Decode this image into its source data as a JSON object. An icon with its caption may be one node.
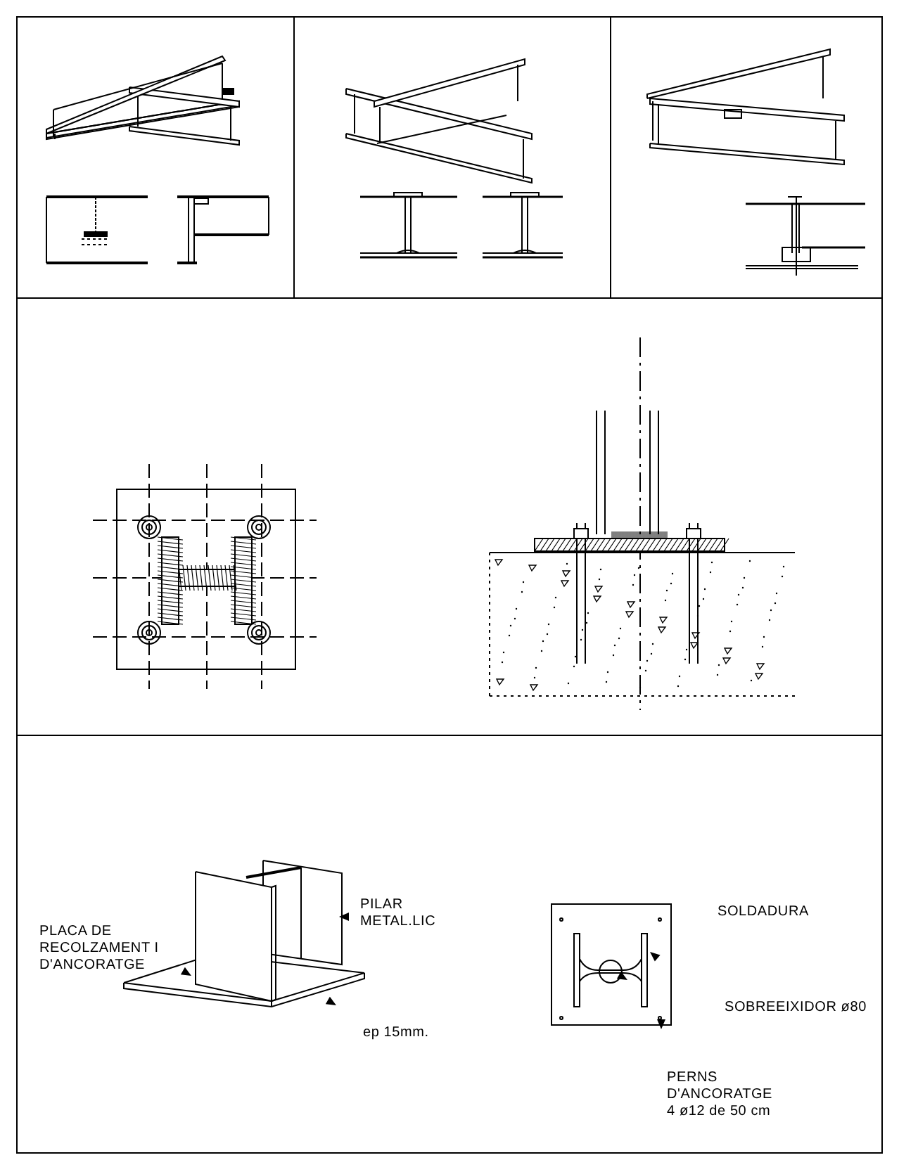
{
  "diagram": {
    "labels": [
      "PILAR METAL.LIC",
      "PLACA DE RECOLZAMENT I D'ANCORATGE",
      "ep 15mm.",
      "SOLDADURA",
      "SOBREEIXIDOR ø80",
      "PERNS D'ANCORATGE",
      "4 ø12 de 50 cm"
    ]
  }
}
